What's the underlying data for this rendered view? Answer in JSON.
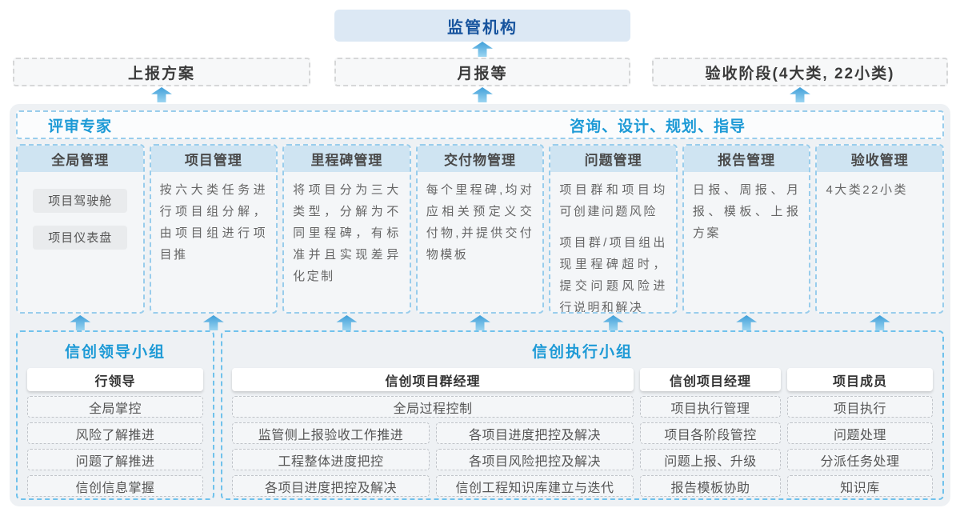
{
  "colors": {
    "accent_blue": "#1d9ad6",
    "dark_blue": "#17549e",
    "arrow_blue": "#3f9fd9",
    "column_header_fill": "#cfe4f2",
    "regulator_fill": "#dce8f4",
    "panel_fill": "#eef1f4",
    "dashed_blue_border": "#99cdec"
  },
  "top": {
    "regulator_label": "监管机构",
    "channels": [
      {
        "label": "上报方案"
      },
      {
        "label": "月报等"
      },
      {
        "label": "验收阶段(4大类, 22小类)"
      }
    ]
  },
  "platform": {
    "expert_label": "评审专家",
    "consult_label": "咨询、设计、规划、指导",
    "columns": [
      {
        "title": "全局管理",
        "pills": [
          "项目驾驶舱",
          "项目仪表盘"
        ],
        "paragraphs": []
      },
      {
        "title": "项目管理",
        "paragraphs": [
          "按六大类任务进行项目组分解，由项目组进行项目推"
        ]
      },
      {
        "title": "里程碑管理",
        "paragraphs": [
          "将项目分为三大类型，分解为不同里程碑，有标准并且实现差异化定制"
        ]
      },
      {
        "title": "交付物管理",
        "paragraphs": [
          "每个里程碑,均对应相关预定义交付物,并提供交付物模板"
        ]
      },
      {
        "title": "问题管理",
        "paragraphs": [
          "项目群和项目均可创建问题风险",
          "项目群/项目组出现里程碑超时，提交问题风险进行说明和解决"
        ]
      },
      {
        "title": "报告管理",
        "paragraphs": [
          "日报、周报、月报、模板、上报方案"
        ]
      },
      {
        "title": "验收管理",
        "paragraphs": [
          "4大类22小类"
        ]
      }
    ]
  },
  "teams": {
    "leadership": {
      "title": "信创领导小组",
      "role": "行领导",
      "items": [
        "全局掌控",
        "风险了解推进",
        "问题了解推进",
        "信创信息掌握"
      ]
    },
    "execution": {
      "title": "信创执行小组",
      "groups": [
        {
          "role": "信创项目群经理",
          "full_item": "全局过程控制",
          "items": [
            "监管侧上报验收工作推进",
            "各项目进度把控及解决",
            "工程整体进度把控",
            "各项目风险把控及解决",
            "各项目进度把控及解决",
            "信创工程知识库建立与迭代"
          ]
        },
        {
          "role": "信创项目经理",
          "items": [
            "项目执行管理",
            "项目各阶段管控",
            "问题上报、升级",
            "报告模板协助"
          ]
        },
        {
          "role": "项目成员",
          "items": [
            "项目执行",
            "问题处理",
            "分派任务处理",
            "知识库"
          ]
        }
      ]
    }
  }
}
